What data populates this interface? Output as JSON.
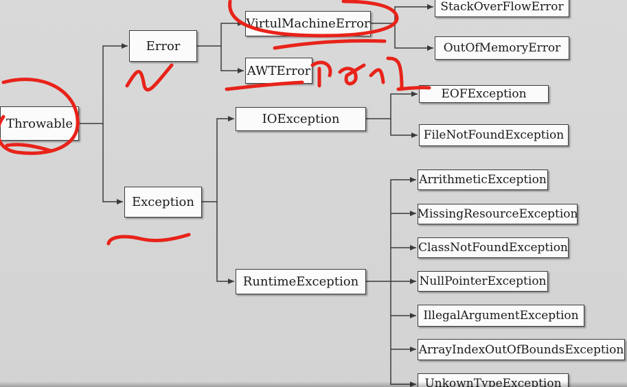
{
  "diagram": {
    "nodes": {
      "throwable": "Throwable",
      "error": "Error",
      "exception": "Exception",
      "virtual_machine_error": "VirtulMachineError",
      "awt_error": "AWTError",
      "stack_overflow_error": "StackOverFlowError",
      "out_of_memory_error": "OutOfMemoryError",
      "io_exception": "IOException",
      "runtime_exception": "RuntimeException",
      "eof_exception": "EOFException",
      "file_not_found_exception": "FileNotFoundException",
      "arithmetic_exception": "ArrithmeticException",
      "missing_resource_exception": "MissingResourceException",
      "class_not_found_exception": "ClassNotFoundException",
      "null_pointer_exception": "NullPointerException",
      "illegal_argument_exception": "IllegalArgumentException",
      "array_index_out_of_bounds_exception": "ArrayIndexOutOfBoundsException",
      "unknown_type_exception": "UnkownTypeException"
    },
    "colors": {
      "background": "#d6d6d6",
      "box_fill": "#fbfbfb",
      "line": "#3a3a3a",
      "annotation": "#e8231a"
    }
  }
}
